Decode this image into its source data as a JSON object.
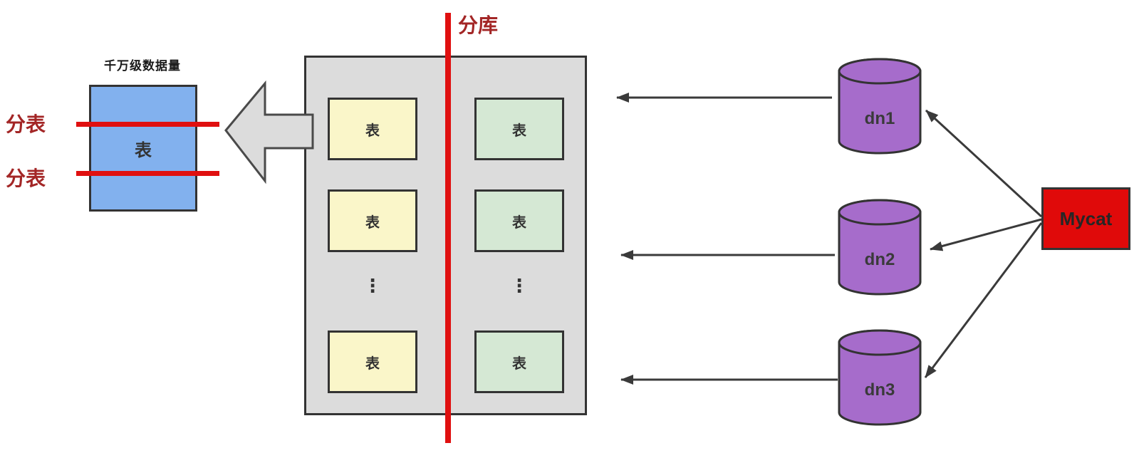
{
  "left_panel": {
    "title": "千万级数据量",
    "table_label": "表",
    "split_labels": [
      "分表",
      "分表"
    ]
  },
  "center_panel": {
    "split_label": "分库",
    "columns": {
      "left": {
        "tables": [
          "表",
          "表",
          "表"
        ],
        "ellipsis": "⋮"
      },
      "right": {
        "tables": [
          "表",
          "表",
          "表"
        ],
        "ellipsis": "⋮"
      }
    }
  },
  "data_nodes": [
    {
      "label": "dn1"
    },
    {
      "label": "dn2"
    },
    {
      "label": "dn3"
    }
  ],
  "middleware": {
    "label": "Mycat"
  },
  "colors": {
    "big_table_blue": "#82B1EE",
    "small_table_yellow": "#FAF6C9",
    "small_table_green": "#D5E8D4",
    "container_gray": "#DCDCDC",
    "node_purple": "#A66CCB",
    "mycat_red": "#E00A0A",
    "cut_line_red": "#E01010",
    "split_label_dark_red": "#A32626",
    "shape_border": "#333333",
    "connector_dark": "#3A3A3A"
  }
}
